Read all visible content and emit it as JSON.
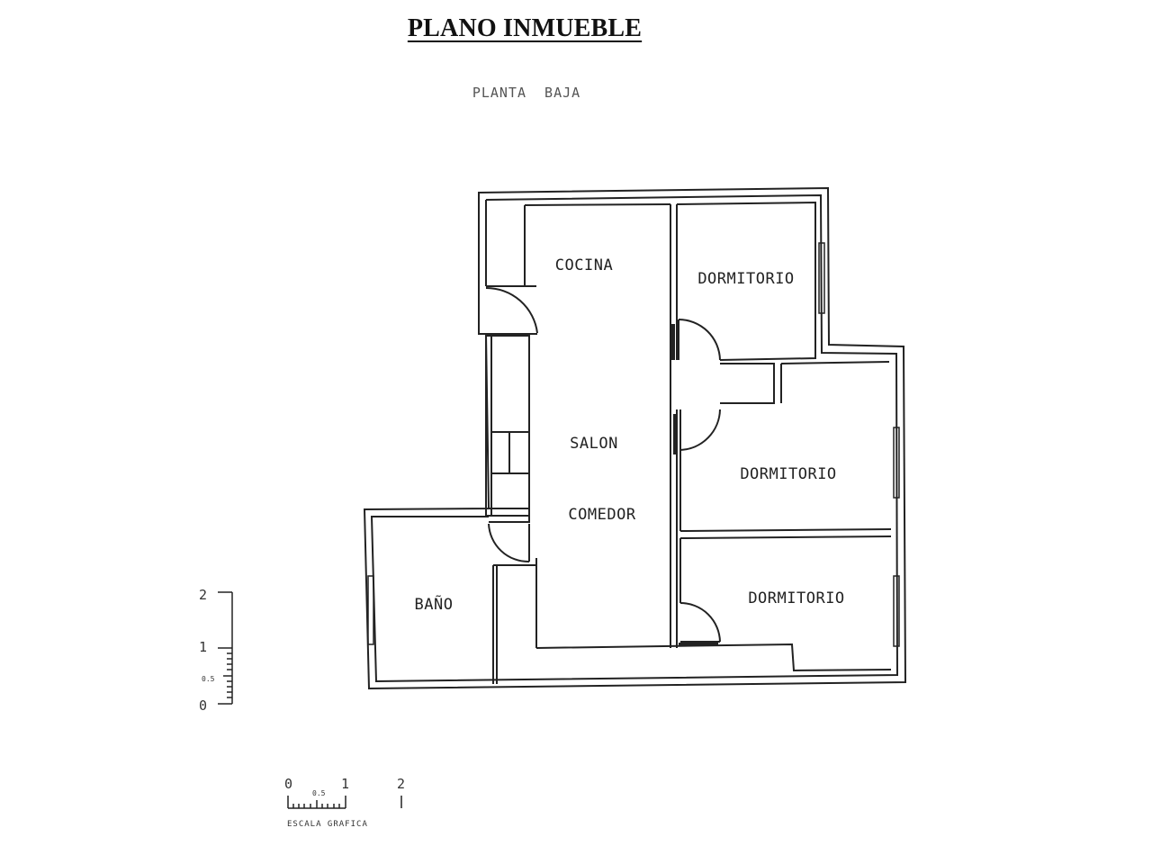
{
  "header": {
    "title": "PLANO INMUEBLE",
    "subtitle": "PLANTA  BAJA"
  },
  "rooms": {
    "cocina": "COCINA",
    "salon": "SALON",
    "comedor": "COMEDOR",
    "dormitorio_1": "DORMITORIO",
    "dormitorio_2": "DORMITORIO",
    "dormitorio_3": "DORMITORIO",
    "bano": "BAÑO"
  },
  "vertical_scale": {
    "ticks": [
      "2",
      "1",
      "0.5",
      "0"
    ]
  },
  "horizontal_scale": {
    "ticks": [
      "0",
      "0.5",
      "1",
      "2"
    ],
    "caption": "ESCALA GRAFICA"
  },
  "colors": {
    "ink": "#222222",
    "paper": "#ffffff"
  }
}
